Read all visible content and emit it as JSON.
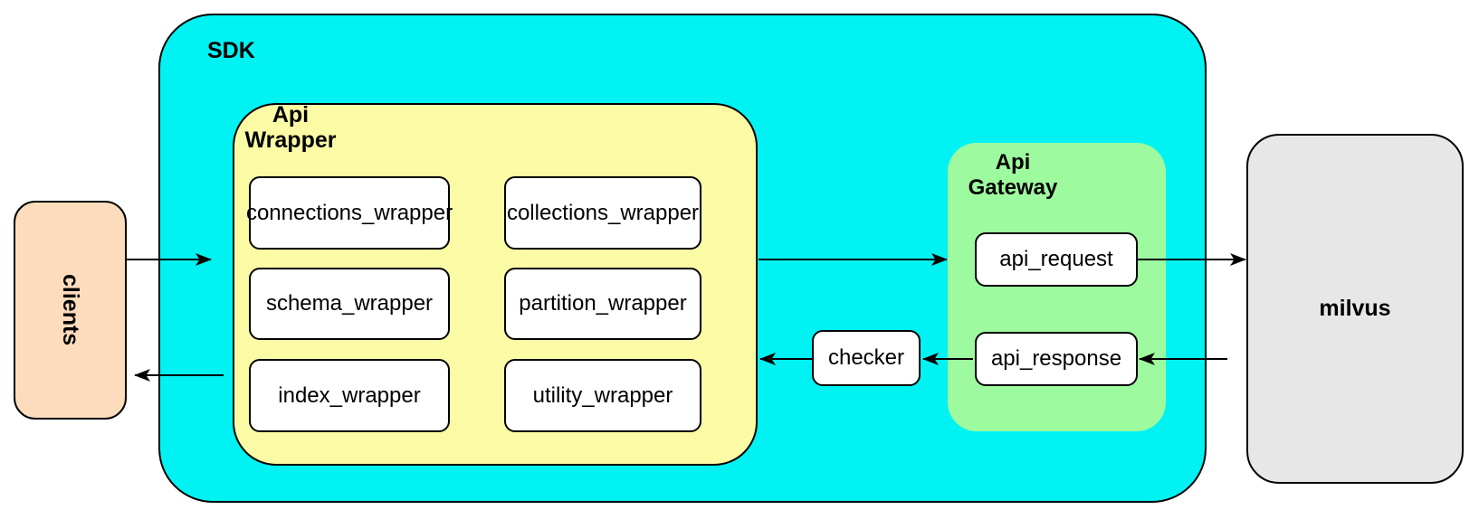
{
  "nodes": {
    "clients": {
      "label": "clients"
    },
    "sdk": {
      "label": "SDK"
    },
    "api_wrapper": {
      "label": "Api Wrapper",
      "label_lines": [
        "Api",
        "Wrapper"
      ],
      "boxes": [
        "connections_wrapper",
        "collections_wrapper",
        "schema_wrapper",
        "partition_wrapper",
        "index_wrapper",
        "utility_wrapper"
      ]
    },
    "checker": {
      "label": "checker"
    },
    "api_gateway": {
      "label": "Api Gateway",
      "label_lines": [
        "Api",
        "Gateway"
      ],
      "boxes": [
        "api_request",
        "api_response"
      ]
    },
    "milvus": {
      "label": "milvus"
    }
  },
  "edges": [
    {
      "from": "clients",
      "to": "sdk"
    },
    {
      "from": "sdk",
      "to": "clients"
    },
    {
      "from": "api_wrapper",
      "to": "api_gateway"
    },
    {
      "from": "api_request",
      "to": "milvus"
    },
    {
      "from": "milvus",
      "to": "api_response"
    },
    {
      "from": "api_response",
      "to": "checker"
    },
    {
      "from": "checker",
      "to": "api_wrapper"
    }
  ],
  "colors": {
    "sdk_fill": "#00F2F2",
    "wrapper_fill": "#FBFBA5",
    "gateway_fill": "#9EFA9E",
    "clients_fill": "#FCDCBC",
    "milvus_fill": "#E7E7E7",
    "node_fill": "#FFFFFF",
    "stroke": "#000000"
  }
}
